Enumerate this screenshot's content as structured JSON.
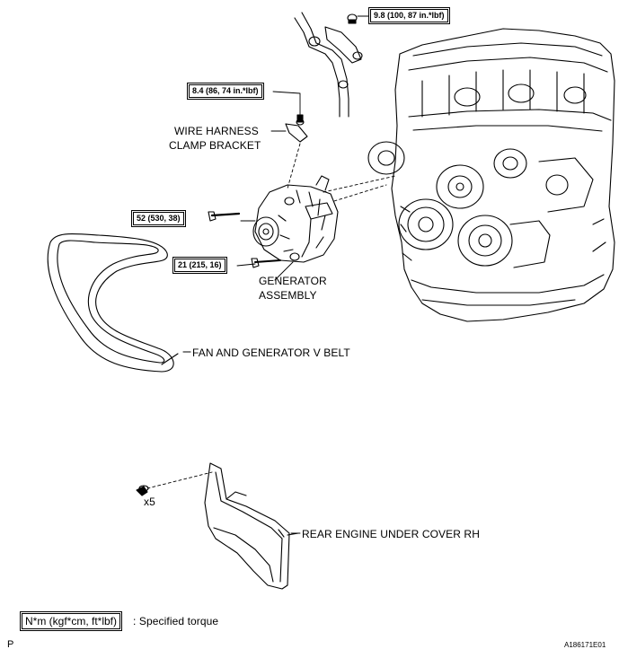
{
  "torques": {
    "t1": "9.8 (100, 87 in.*lbf)",
    "t2": "8.4 (86, 74 in.*lbf)",
    "t3": "52 (530, 38)",
    "t4": "21 (215, 16)"
  },
  "labels": {
    "wire_harness_line1": "WIRE HARNESS",
    "wire_harness_line2": "CLAMP BRACKET",
    "generator_line1": "GENERATOR",
    "generator_line2": "ASSEMBLY",
    "v_belt": "FAN AND GENERATOR V BELT",
    "under_cover": "REAR ENGINE UNDER COVER RH",
    "bolt_qty": "x5"
  },
  "legend": {
    "unit_box": "N*m (kgf*cm, ft*lbf)",
    "text": ": Specified torque"
  },
  "footer": {
    "left_mark": "P",
    "figure_id": "A186171E01"
  }
}
